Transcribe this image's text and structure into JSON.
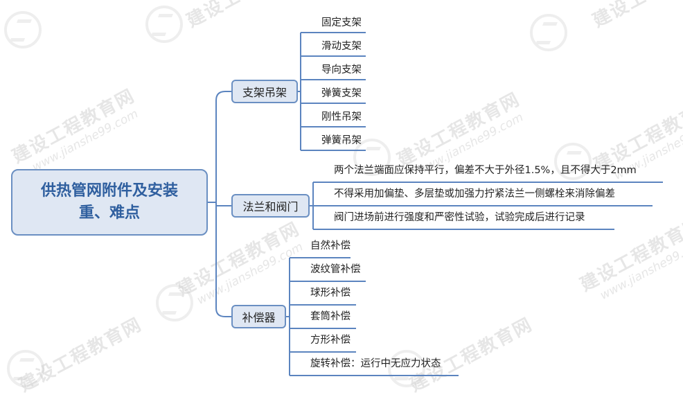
{
  "watermark": {
    "name": "建设工程教育网",
    "url": "www.jianshe99.com"
  },
  "root": {
    "line1": "供热管网附件及安装",
    "line2": "重、难点"
  },
  "branches": [
    {
      "label": "支架吊架",
      "leaves": [
        "固定支架",
        "滑动支架",
        "导向支架",
        "弹簧支架",
        "刚性吊架",
        "弹簧吊架"
      ]
    },
    {
      "label": "法兰和阀门",
      "leaves": [
        "两个法兰端面应保持平行，偏差不大于外径1.5%，且不得大于2mm",
        "不得采用加偏垫、多层垫或加强力拧紧法兰一侧螺栓来消除偏差",
        "阀门进场前进行强度和严密性试验，试验完成后进行记录"
      ]
    },
    {
      "label": "补偿器",
      "leaves": [
        "自然补偿",
        "波纹管补偿",
        "球形补偿",
        "套筒补偿",
        "方形补偿",
        "旋转补偿：运行中无应力状态"
      ]
    }
  ],
  "colors": {
    "line": "#5b84bf",
    "node_fill": "#dfe7f3",
    "node_border": "#6a8fc2",
    "root_text": "#2f5f9f"
  }
}
